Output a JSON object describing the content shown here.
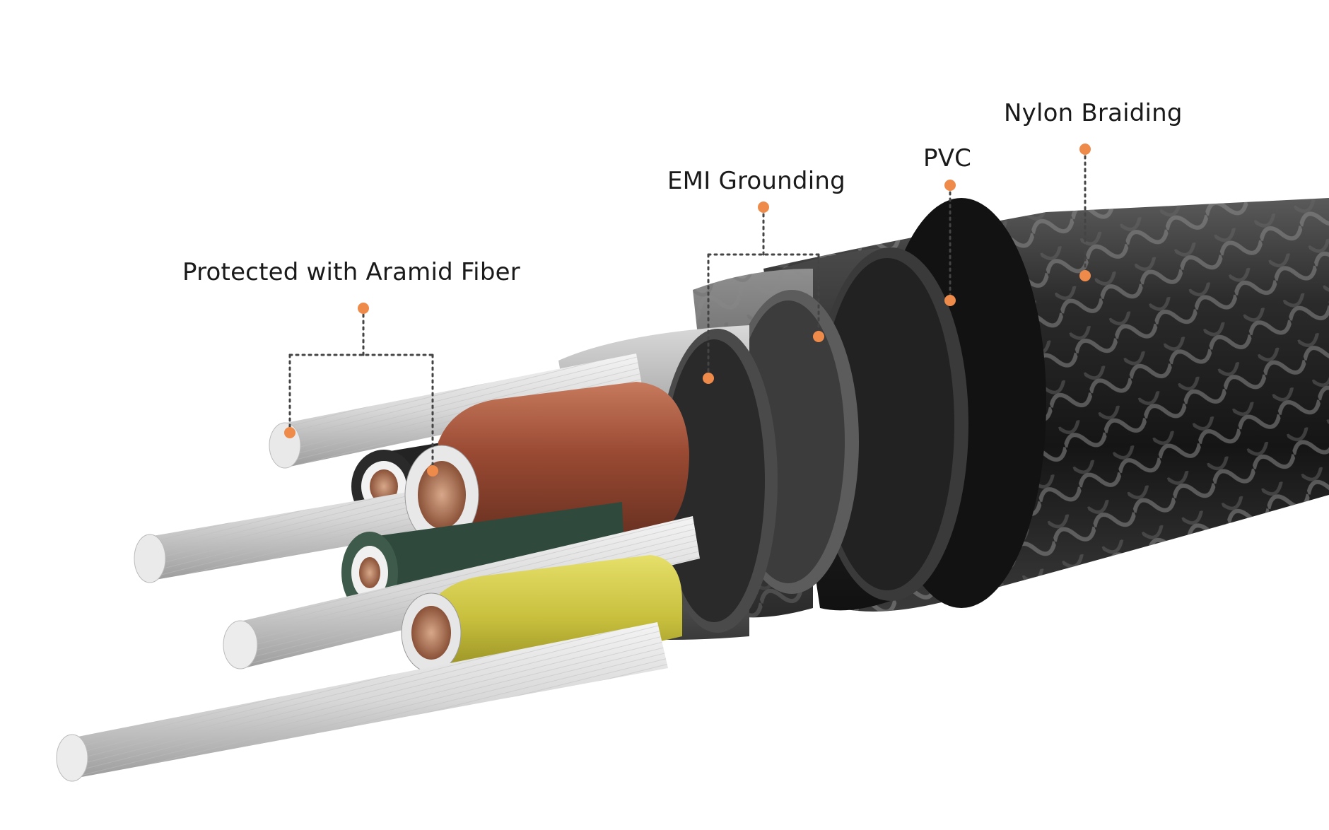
{
  "diagram": {
    "accent_color": "#ee8a4a",
    "callouts": [
      {
        "id": "aramid",
        "label": "Protected with Aramid Fiber"
      },
      {
        "id": "emi",
        "label": "EMI Grounding"
      },
      {
        "id": "pvc",
        "label": "PVC"
      },
      {
        "id": "braid",
        "label": "Nylon Braiding"
      }
    ],
    "conductor_colors": [
      "#222222",
      "#9a4a33",
      "#2f4a3c",
      "#c7bf3c"
    ]
  }
}
